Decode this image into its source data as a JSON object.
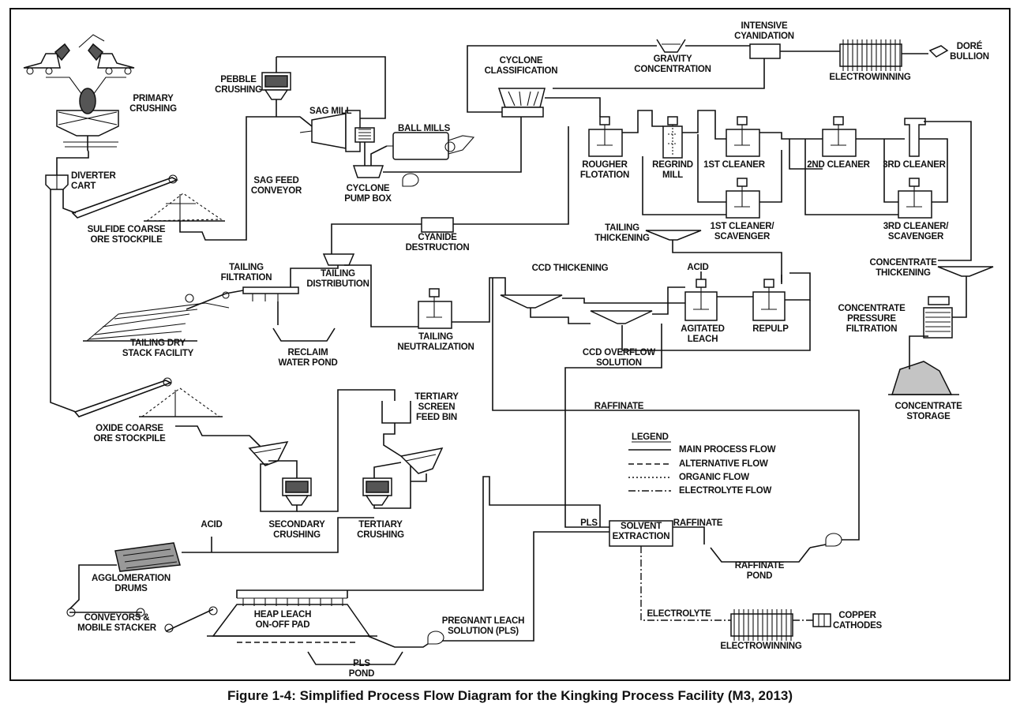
{
  "caption": "Figure 1-4: Simplified Process Flow Diagram for the Kingking Process Facility (M3, 2013)",
  "labels": {
    "primary_crushing": [
      "PRIMARY",
      "CRUSHING"
    ],
    "diverter_cart": [
      "DIVERTER",
      "CART"
    ],
    "sulfide_stockpile": [
      "SULFIDE COARSE",
      "ORE STOCKPILE"
    ],
    "oxide_stockpile": [
      "OXIDE COARSE",
      "ORE STOCKPILE"
    ],
    "pebble_crushing": [
      "PEBBLE",
      "CRUSHING"
    ],
    "sag_mill": [
      "SAG MILL"
    ],
    "sag_feed_conveyor": [
      "SAG FEED",
      "CONVEYOR"
    ],
    "ball_mills": [
      "BALL MILLS"
    ],
    "cyclone_pump_box": [
      "CYCLONE",
      "PUMP BOX"
    ],
    "cyclone_classification": [
      "CYCLONE",
      "CLASSIFICATION"
    ],
    "gravity_concentration": [
      "GRAVITY",
      "CONCENTRATION"
    ],
    "intensive_cyanidation": [
      "INTENSIVE",
      "CYANIDATION"
    ],
    "electrowinning_top": [
      "ELECTROWINNING"
    ],
    "dore_bullion": [
      "DORÉ",
      "BULLION"
    ],
    "rougher_flotation": [
      "ROUGHER",
      "FLOTATION"
    ],
    "regrind_mill": [
      "REGRIND",
      "MILL"
    ],
    "first_cleaner": [
      "1ST CLEANER"
    ],
    "second_cleaner": [
      "2ND CLEANER"
    ],
    "third_cleaner": [
      "3RD CLEANER"
    ],
    "first_cleaner_scavenger": [
      "1ST CLEANER/",
      "SCAVENGER"
    ],
    "third_cleaner_scavenger": [
      "3RD CLEANER/",
      "SCAVENGER"
    ],
    "tailing_thickening": [
      "TAILING",
      "THICKENING"
    ],
    "cyanide_destruction": [
      "CYANIDE",
      "DESTRUCTION"
    ],
    "tailing_filtration": [
      "TAILING",
      "FILTRATION"
    ],
    "tailing_distribution": [
      "TAILING",
      "DISTRIBUTION"
    ],
    "tailing_dry_stack": [
      "TAILING DRY",
      "STACK FACILITY"
    ],
    "reclaim_water_pond": [
      "RECLAIM",
      "WATER POND"
    ],
    "tailing_neutralization": [
      "TAILING",
      "NEUTRALIZATION"
    ],
    "ccd_thickening": [
      "CCD THICKENING"
    ],
    "acid_top": [
      "ACID"
    ],
    "agitated_leach": [
      "AGITATED",
      "LEACH"
    ],
    "repulp": [
      "REPULP"
    ],
    "ccd_overflow": [
      "CCD OVERFLOW",
      "SOLUTION"
    ],
    "concentrate_thickening": [
      "CONCENTRATE",
      "THICKENING"
    ],
    "concentrate_pressure_filtration": [
      "CONCENTRATE",
      "PRESSURE",
      "FILTRATION"
    ],
    "concentrate_storage": [
      "CONCENTRATE",
      "STORAGE"
    ],
    "raffinate_top": [
      "RAFFINATE"
    ],
    "tertiary_screen_feed_bin": [
      "TERTIARY",
      "SCREEN",
      "FEED BIN"
    ],
    "secondary_crushing": [
      "SECONDARY",
      "CRUSHING"
    ],
    "tertiary_crushing": [
      "TERTIARY",
      "CRUSHING"
    ],
    "acid_bottom": [
      "ACID"
    ],
    "agglomeration_drums": [
      "AGGLOMERATION",
      "DRUMS"
    ],
    "conveyors_mobile_stacker": [
      "CONVEYORS &",
      "MOBILE STACKER"
    ],
    "heap_leach": [
      "HEAP LEACH",
      "ON-OFF PAD"
    ],
    "pls_pond": [
      "PLS",
      "POND"
    ],
    "pregnant_leach_solution": [
      "PREGNANT LEACH",
      "SOLUTION (PLS)"
    ],
    "pls": [
      "PLS"
    ],
    "solvent_extraction": [
      "SOLVENT",
      "EXTRACTION"
    ],
    "raffinate_se": [
      "RAFFINATE"
    ],
    "raffinate_pond": [
      "RAFFINATE",
      "POND"
    ],
    "electrolyte": [
      "ELECTROLYTE"
    ],
    "electrowinning_bottom": [
      "ELECTROWINNING"
    ],
    "copper_cathodes": [
      "COPPER",
      "CATHODES"
    ]
  },
  "legend": {
    "title": "LEGEND",
    "items": [
      "MAIN PROCESS FLOW",
      "ALTERNATIVE FLOW",
      "ORGANIC FLOW",
      "ELECTROLYTE FLOW"
    ]
  }
}
